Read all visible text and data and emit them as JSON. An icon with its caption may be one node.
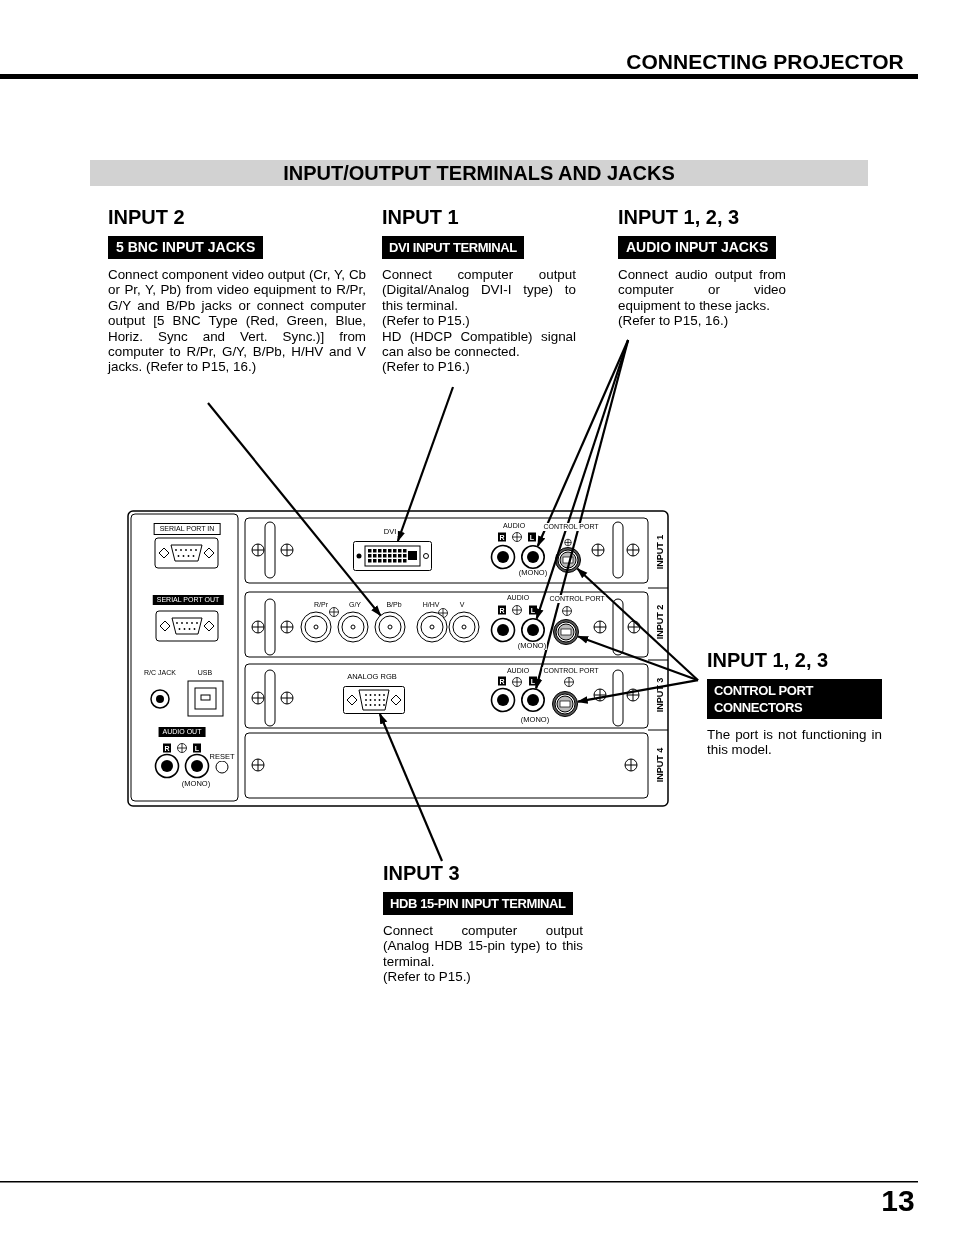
{
  "diagram": {
    "title": "INPUT/OUTPUT TERMINALS AND JACKS",
    "nodes": [
      {
        "text": [
          "INPUT 2",
          "5 BNC INPUT JACKS",
          "Connect component video output (Cr, Y, Cb or Pr, Y, Pb) from video equipment to R/Pr, G/Y and B/Pb jacks or connect computer output [5 BNC Type (Red, Green, Blue, Horiz. Sync and Vert. Sync.)] from computer to R/Pr, G/Y, B/Pb, H/HV and V jacks. (Refer to P15, 16.)"
        ]
      },
      {
        "text": [
          "INPUT 1",
          "DVI INPUT TERMINAL",
          "Connect computer output (Digital/Analog DVI-I type) to this terminal.",
          "(Refer to P15.)",
          "HD (HDCP Compatible) signal can also be connected.",
          "(Refer to P16.)"
        ]
      },
      {
        "text": [
          "INPUT 1, 2, 3",
          "AUDIO INPUT JACKS",
          "Connect audio output from computer or video equipment to these jacks.",
          "(Refer to P15, 16.)"
        ]
      },
      {
        "text": [
          "INPUT 1, 2, 3",
          "CONTROL PORT CONNECTORS",
          "The port is not functioning in this model."
        ]
      },
      {
        "text": [
          "INPUT 3",
          "HDB 15-PIN INPUT TERMINAL",
          "Connect computer output (Analog HDB 15-pin type) to this terminal.",
          "(Refer to P15.)"
        ]
      },
      {
        "text": [],
        "shape": "circle"
      },
      {
        "text": [],
        "shape": "box"
      },
      {
        "text": [],
        "shape": "circle"
      },
      {
        "text": [],
        "shape": "circle"
      },
      {
        "text": [],
        "shape": "circle"
      },
      {
        "text": [],
        "shape": "circle"
      },
      {
        "text": [],
        "shape": "circle"
      },
      {
        "text": [],
        "shape": "circle"
      },
      {
        "text": [],
        "shape": "box"
      }
    ],
    "edges": [
      {
        "from": 0,
        "to": 5,
        "arrow": "to"
      },
      {
        "from": 1,
        "to": 6,
        "arrow": "to"
      },
      {
        "from": 2,
        "to": 7,
        "arrow": "to"
      },
      {
        "from": 2,
        "to": 8,
        "arrow": "to"
      },
      {
        "from": 2,
        "to": 9,
        "arrow": "to"
      },
      {
        "from": 3,
        "to": 10,
        "arrow": "to"
      },
      {
        "from": 3,
        "to": 11,
        "arrow": "to"
      },
      {
        "from": 3,
        "to": 12,
        "arrow": "to"
      },
      {
        "from": 4,
        "to": 13,
        "arrow": "to"
      }
    ],
    "labels": [
      "CONNECTING PROJECTOR",
      "SERIAL PORT IN",
      "SERIAL PORT OUT",
      "R/C JACK",
      "USB",
      "AUDIO OUT",
      "R",
      "L",
      "RESET",
      "(MONO)",
      "DVI",
      "AUDIO",
      "CONTROL PORT",
      "R",
      "L",
      "(MONO)",
      "INPUT 1",
      "R/Pr",
      "G/Y",
      "B/Pb",
      "H/HV",
      "V",
      "AUDIO",
      "CONTROL PORT",
      "R",
      "L",
      "(MONO)",
      "INPUT 2",
      "ANALOG RGB",
      "AUDIO",
      "CONTROL PORT",
      "R",
      "L",
      "(MONO)",
      "INPUT 3",
      "INPUT 4",
      "13"
    ]
  }
}
